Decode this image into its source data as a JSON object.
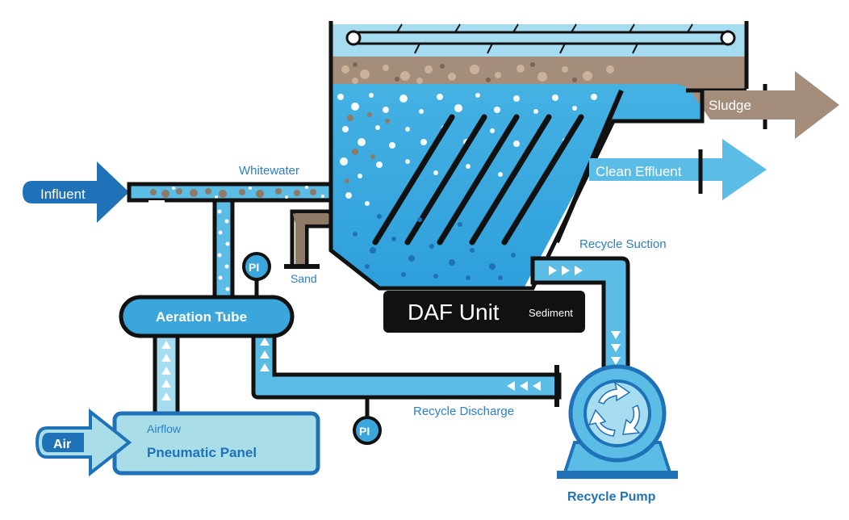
{
  "labels": {
    "influent": "Influent",
    "whitewater": "Whitewater",
    "sand": "Sand",
    "pi_top": "PI",
    "aeration_tube": "Aeration Tube",
    "daf_unit": "DAF Unit",
    "sediment": "Sediment",
    "sludge": "Sludge",
    "clean_effluent": "Clean Effluent",
    "recycle_suction": "Recycle Suction",
    "recycle_discharge": "Recycle Discharge",
    "pi_bottom": "PI",
    "airflow": "Airflow",
    "air": "Air",
    "pneumatic_panel": "Pneumatic Panel",
    "recycle_pump": "Recycle Pump"
  },
  "colors": {
    "water": "#3aa6dc",
    "water_light": "#a6dcf0",
    "pipe": "#5bbde6",
    "outline": "#111111",
    "sludge": "#a48d7a",
    "influent_blue": "#1f72b8",
    "effluent_blue": "#5bbde6",
    "panel": "#a9dde8"
  }
}
